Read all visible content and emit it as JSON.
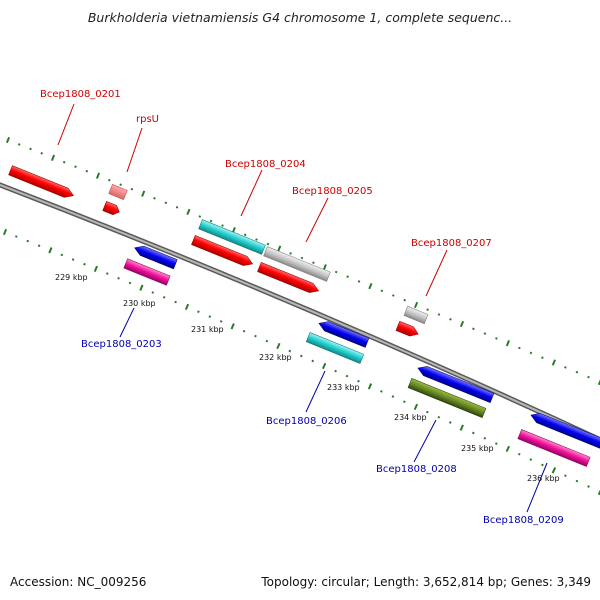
{
  "title": "Burkholderia vietnamiensis G4 chromosome 1, complete sequenc...",
  "footer": {
    "accession": "Accession: NC_009256",
    "summary": "Topology: circular; Length: 3,652,814 bp; Genes: 3,349"
  },
  "colors": {
    "top_label": "#cc0000",
    "bottom_label": "#0000aa",
    "backbone": "#808080",
    "dots": "#2a7a2a"
  },
  "kbp_labels": [
    "229 kbp",
    "230 kbp",
    "231 kbp",
    "232 kbp",
    "233 kbp",
    "234 kbp",
    "235 kbp",
    "236 kbp"
  ],
  "gene_labels": {
    "g0201": "Bcep1808_0201",
    "rpsU": "rpsU",
    "g0204": "Bcep1808_0204",
    "g0205": "Bcep1808_0205",
    "g0207": "Bcep1808_0207",
    "g0203": "Bcep1808_0203",
    "g0206": "Bcep1808_0206",
    "g0208": "Bcep1808_0208",
    "g0209": "Bcep1808_0209"
  }
}
